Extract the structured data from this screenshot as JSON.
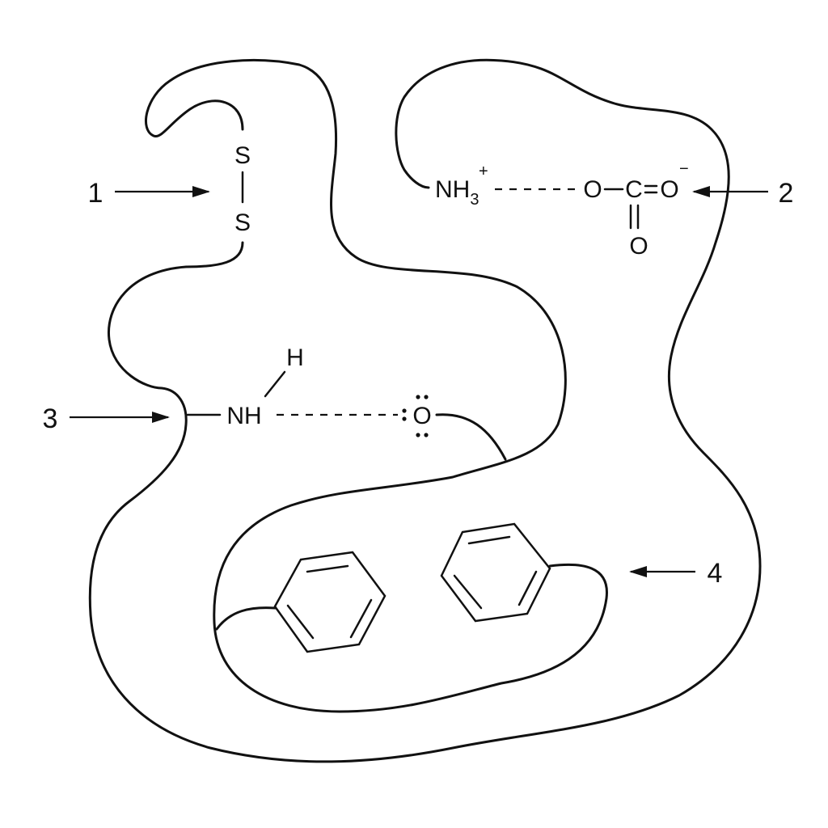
{
  "labels": {
    "disulfide": "1",
    "ionic": "2",
    "hydrogen": "3",
    "hydrophobic": "4"
  },
  "atoms": {
    "sulfur_top": "S",
    "sulfur_bottom": "S",
    "amine_n": "NH",
    "amine_sub": "3",
    "amine_charge": "+",
    "carboxyl_o1": "O",
    "carboxyl_c": "C",
    "carboxyl_o2": "O",
    "carboxyl_charge": "−",
    "carboxyl_o3": "O",
    "amide_h": "H",
    "amide_nh": "NH",
    "carbonyl_o": "O"
  },
  "colors": {
    "ink": "#111111",
    "background": "#ffffff"
  }
}
